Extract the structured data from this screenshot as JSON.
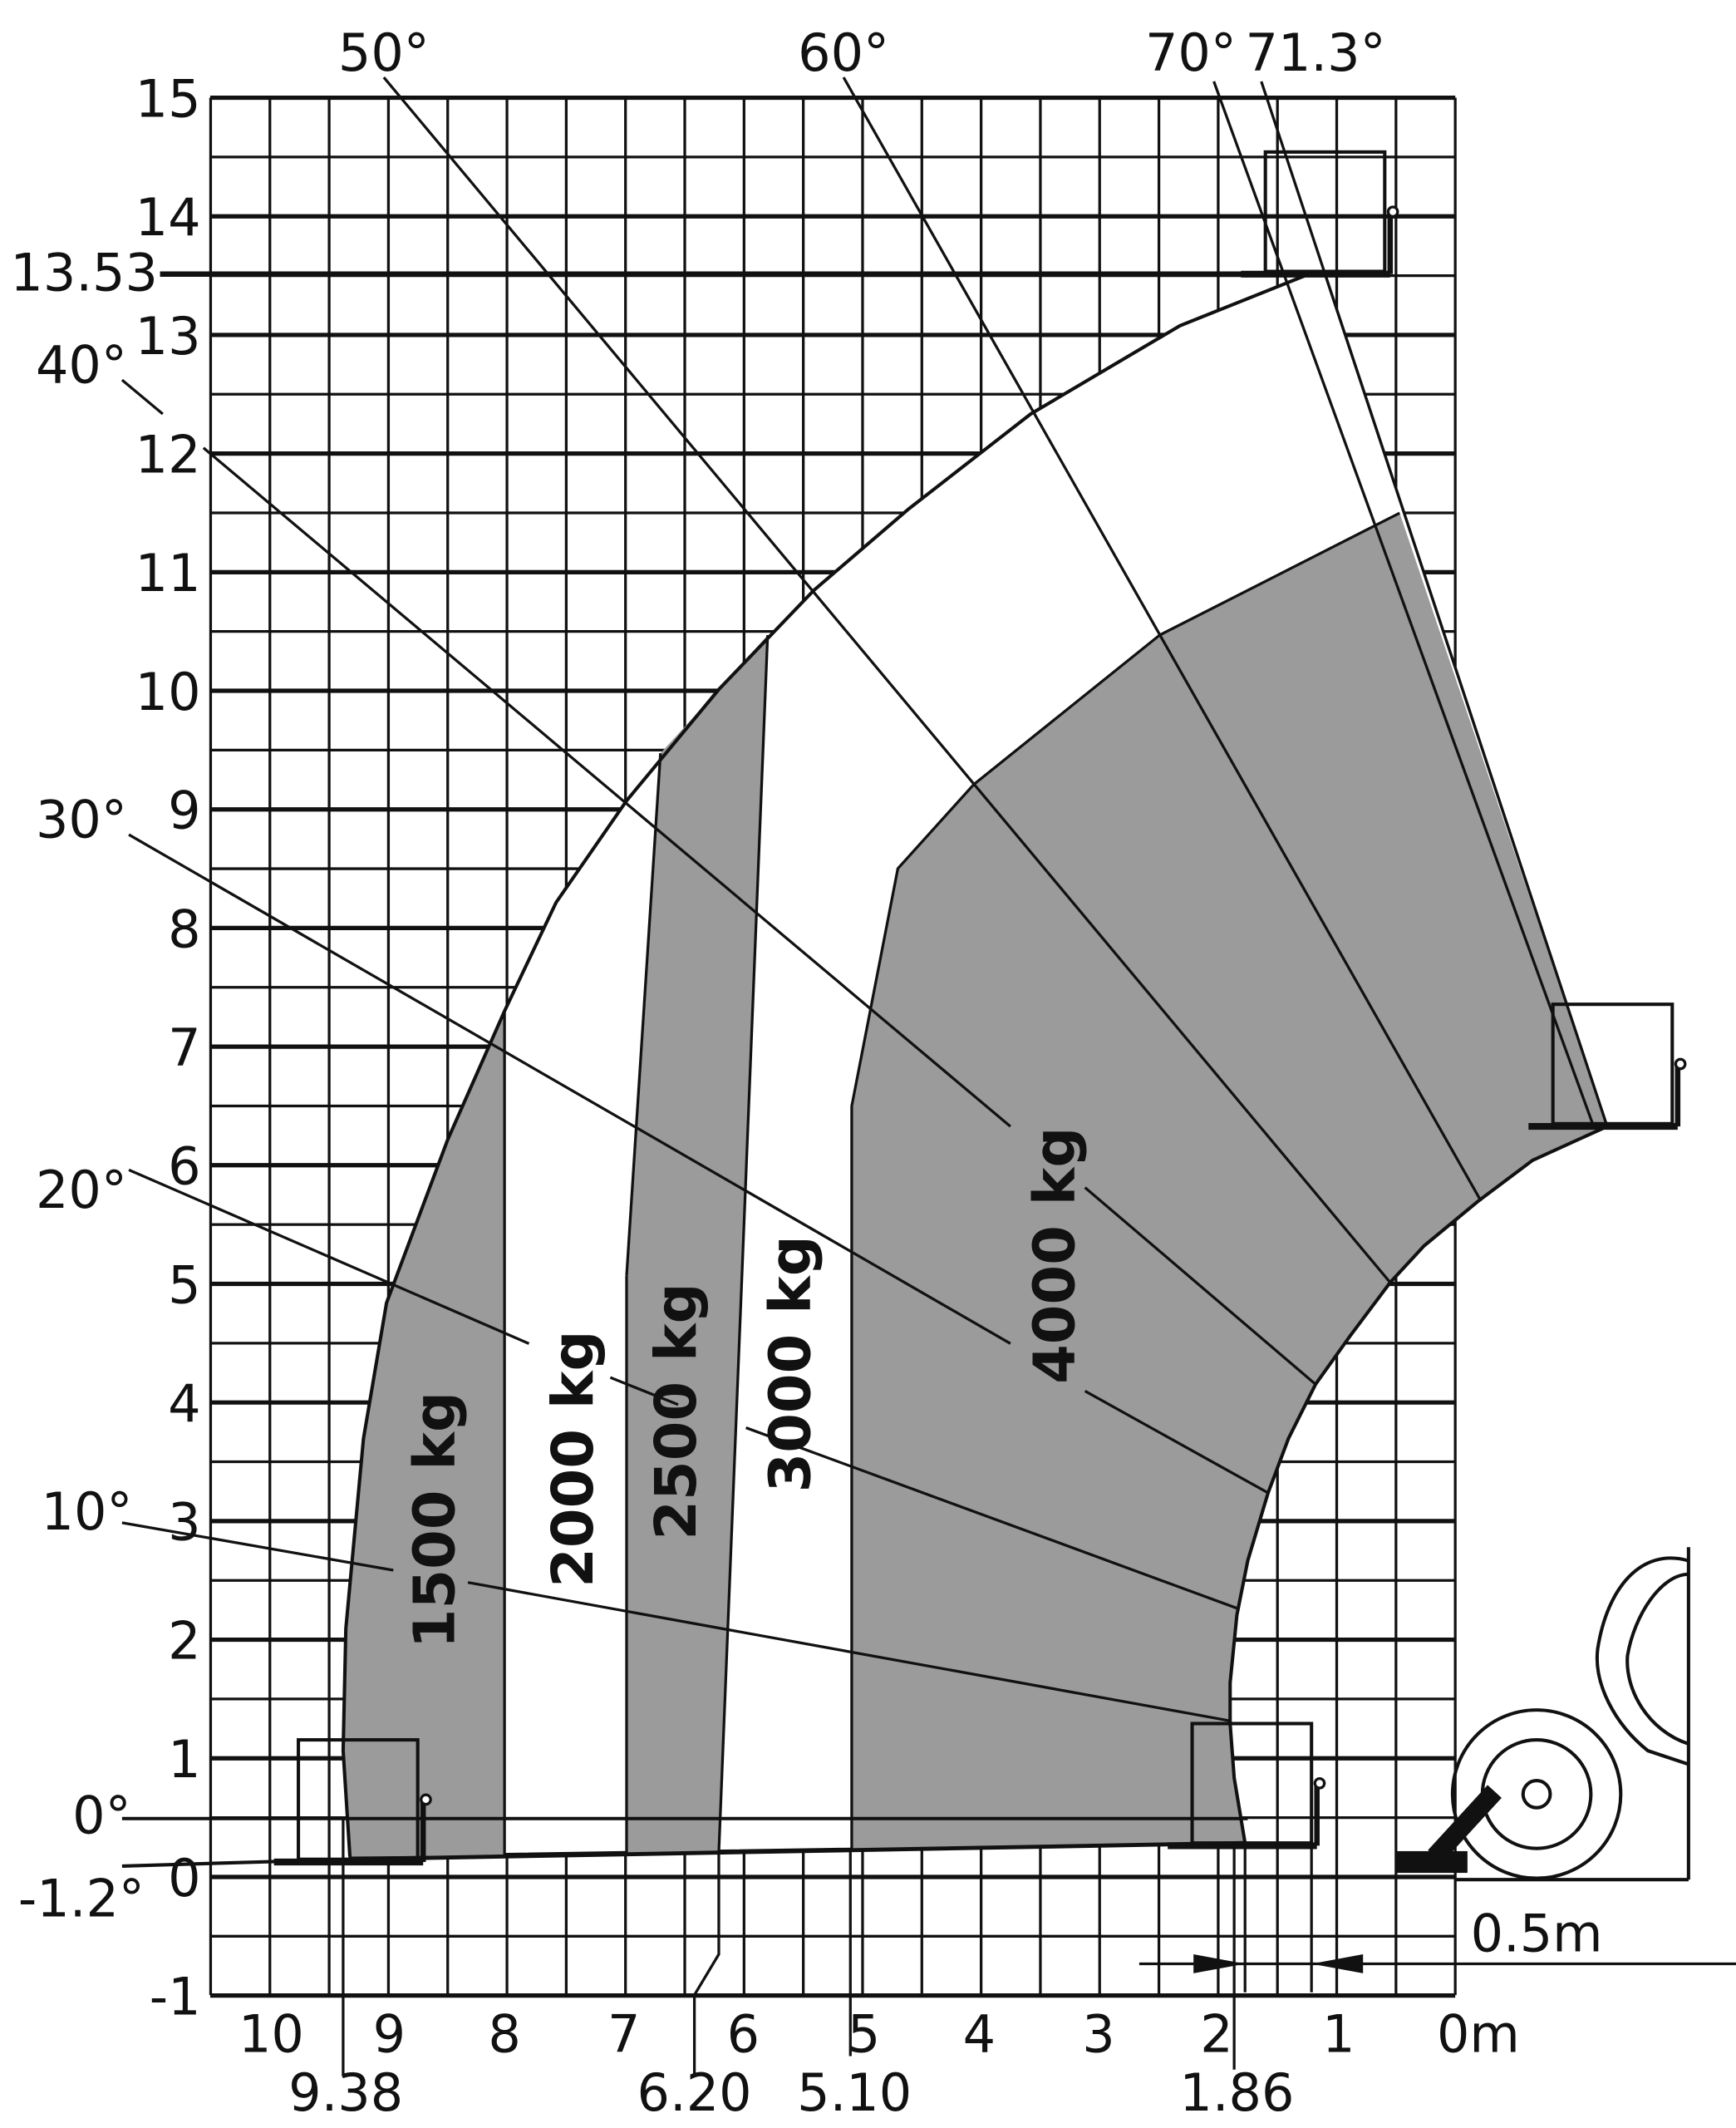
{
  "chart_data": {
    "type": "load-chart",
    "x_axis": {
      "unit": "m",
      "ticks": [
        "10",
        "9",
        "8",
        "7",
        "6",
        "5",
        "4",
        "3",
        "2",
        "1",
        "0m"
      ],
      "range": [
        10.5,
        0
      ]
    },
    "y_axis": {
      "ticks": [
        "15",
        "14",
        "13",
        "12",
        "11",
        "10",
        "9",
        "8",
        "7",
        "6",
        "5",
        "4",
        "3",
        "2",
        "1",
        "0",
        "-1"
      ],
      "range": [
        -1,
        15
      ]
    },
    "max_height_label": "13.53",
    "boom_angles": [
      "50°",
      "60°",
      "70°",
      "71.3°",
      "40°",
      "30°",
      "20°",
      "10°",
      "0°",
      "-1.2°"
    ],
    "load_zones": [
      "1500 kg",
      "2000 kg",
      "2500 kg",
      "3000 kg",
      "4000 kg"
    ],
    "reach_marks": [
      "9.38",
      "6.20",
      "5.10",
      "1.86"
    ],
    "offset_label": "0.5m",
    "colors": {
      "zone_fill": "#9b9b9b",
      "line": "#111111"
    }
  }
}
